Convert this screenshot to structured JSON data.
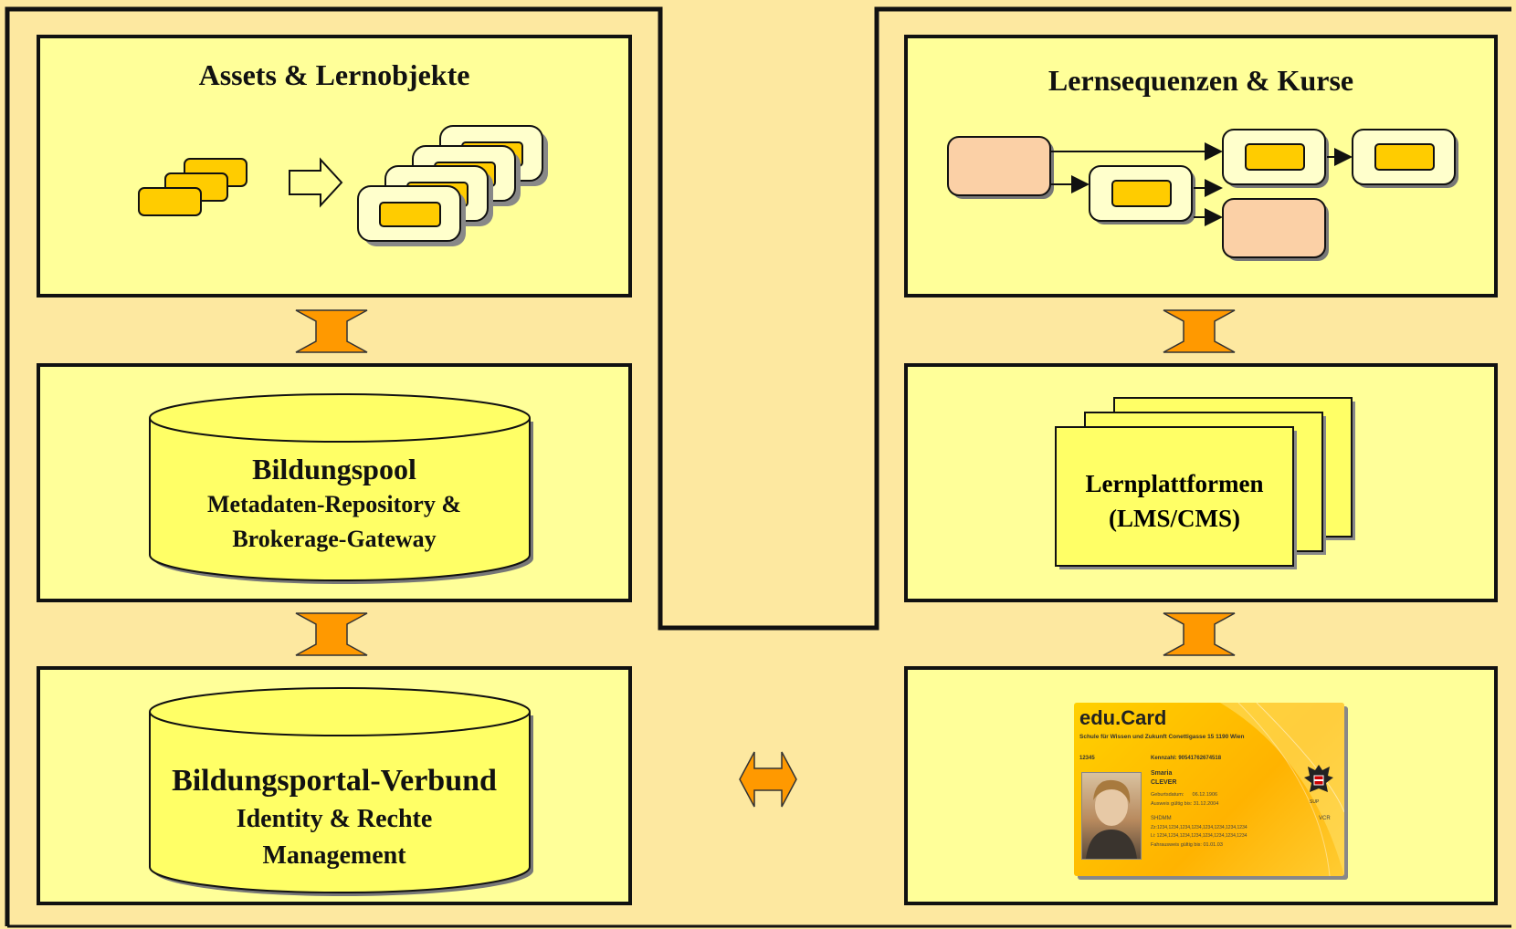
{
  "panels": {
    "assets_title": "Assets & Lernobjekte",
    "sequences_title": "Lernsequenzen & Kurse",
    "pool": {
      "title": "Bildungspool",
      "line1": "Metadaten-Repository  &",
      "line2": "Brokerage-Gateway"
    },
    "platforms": {
      "line1": "Lernplattformen",
      "line2": "(LMS/CMS)"
    },
    "portal": {
      "title": "Bildungsportal-Verbund",
      "line1": "Identity & Rechte",
      "line2": "Management"
    }
  },
  "educard": {
    "brand": "edu.Card",
    "school": "Schule für Wissen und Zukunft Conettigasse 15 1190 Wien",
    "id": "12345",
    "kennzahl": "Kennzahl: 90541762674518",
    "first_name": "Smaria",
    "last_name": "CLEVER",
    "birth": "Geburtsdatum:      06.12.1906",
    "valid": "Ausweis gültig bis: 31.12.2004",
    "org": "SHDMM",
    "org_right": "VCR",
    "code1": "Zz:1234,1234,1234,1234,1234,1234,1234,1234",
    "code2": "Li: 1234,1234,1234,1234,1234,1234,1234,1234",
    "fahr": "Fahrausweis gültig bis: 01.01.03",
    "stamp": "SUP"
  },
  "colors": {
    "background": "#fde8a0",
    "panel": "#ffff99",
    "block": "#ffcc00",
    "peach": "#fbd0a6",
    "arrow": "#ff9900"
  }
}
